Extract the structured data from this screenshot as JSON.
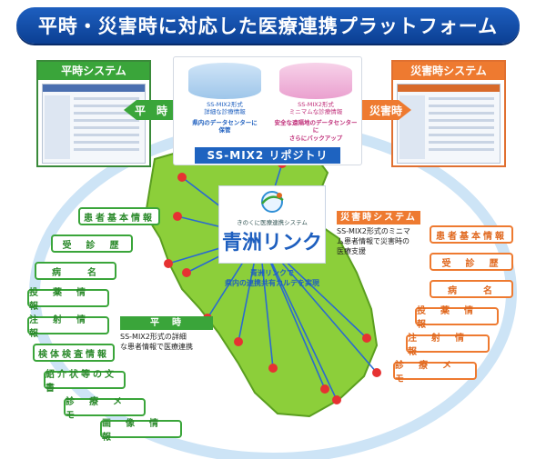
{
  "title": "平時・災害時に対応した医療連携プラットフォーム",
  "normal_system": {
    "label": "平時システム"
  },
  "disaster_system": {
    "label": "災害時システム"
  },
  "arrows": {
    "normal": "平　時",
    "disaster": "災害時"
  },
  "repository": {
    "bar": "SS-MIX2 リポジトリ",
    "left_caption": "SS-MIX2形式\n詳細な診療情報",
    "left_note": "県内のデータセンターに\n保管",
    "right_caption": "SS-MIX2形式\nミニマムな診療情報",
    "right_note": "安全な遠隔地のデータセンターに\nさらにバックアップ"
  },
  "center": {
    "small": "きのくに医療連携システム",
    "brand": "青洲リンク",
    "note": "青洲リンクで\n県内の連携共有カルテを実現"
  },
  "left_items": [
    "患者基本情報",
    "受　診　歴",
    "病　　名",
    "投　薬　情　報",
    "注　射　情　報",
    "検体検査情報",
    "紹介状等の文書",
    "診　療　メ　モ",
    "画　像　情　報"
  ],
  "right_items": [
    "患者基本情報",
    "受　診　歴",
    "病　　名",
    "投　薬　情　報",
    "注　射　情　報",
    "診　療　メ　モ"
  ],
  "normal_box": {
    "title": "平　時",
    "text": "SS-MIX2形式の詳細\nな患者情報で医療連携"
  },
  "disaster_box": {
    "title": "災害時システム",
    "text": "SS-MIX2形式のミニマ\nム患者情報で災害時の\n医療支援"
  },
  "colors": {
    "green": "#3aa53a",
    "orange": "#ee7a30",
    "blue": "#1e5fbf"
  }
}
